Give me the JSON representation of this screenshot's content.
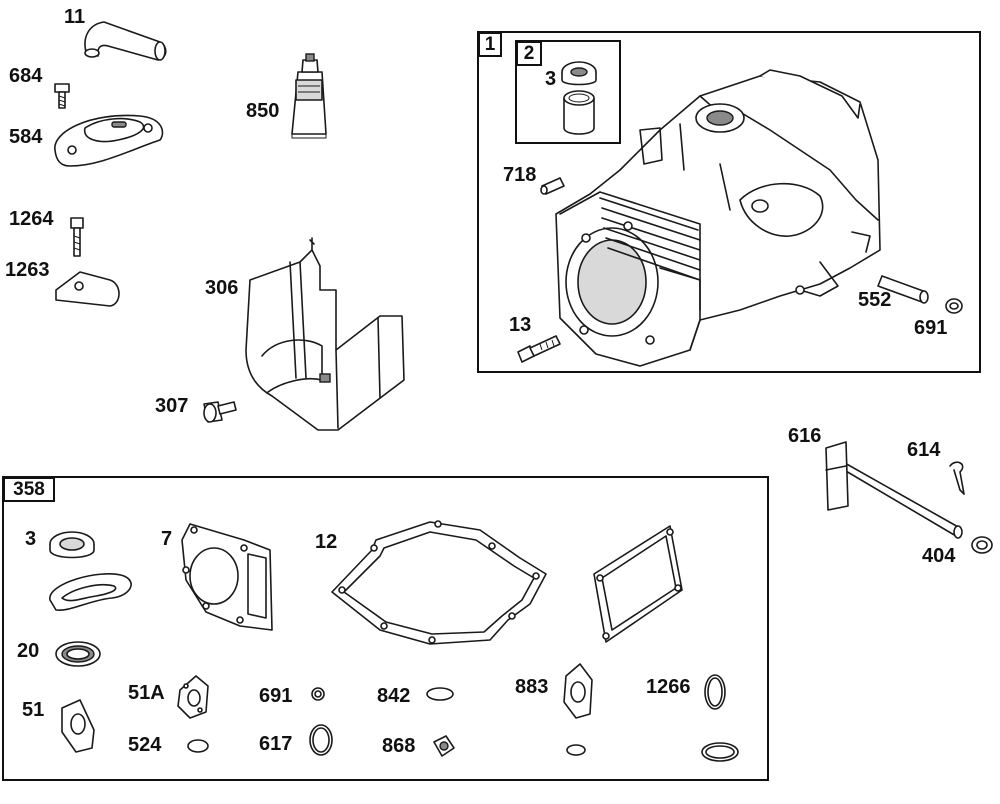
{
  "callouts": {
    "p11": "11",
    "p684": "684",
    "p584": "584",
    "p850": "850",
    "p1264": "1264",
    "p1263": "1263",
    "p306": "306",
    "p307": "307",
    "p1": "1",
    "p2": "2",
    "p3a": "3",
    "p718": "718",
    "p13": "13",
    "p552": "552",
    "p691a": "691",
    "p616": "616",
    "p614": "614",
    "p404": "404",
    "p358": "358",
    "p3b": "3",
    "p7": "7",
    "p12": "12",
    "p20": "20",
    "p51": "51",
    "p51a": "51A",
    "p524": "524",
    "p691b": "691",
    "p617": "617",
    "p842": "842",
    "p868": "868",
    "p883": "883",
    "p1266": "1266"
  }
}
